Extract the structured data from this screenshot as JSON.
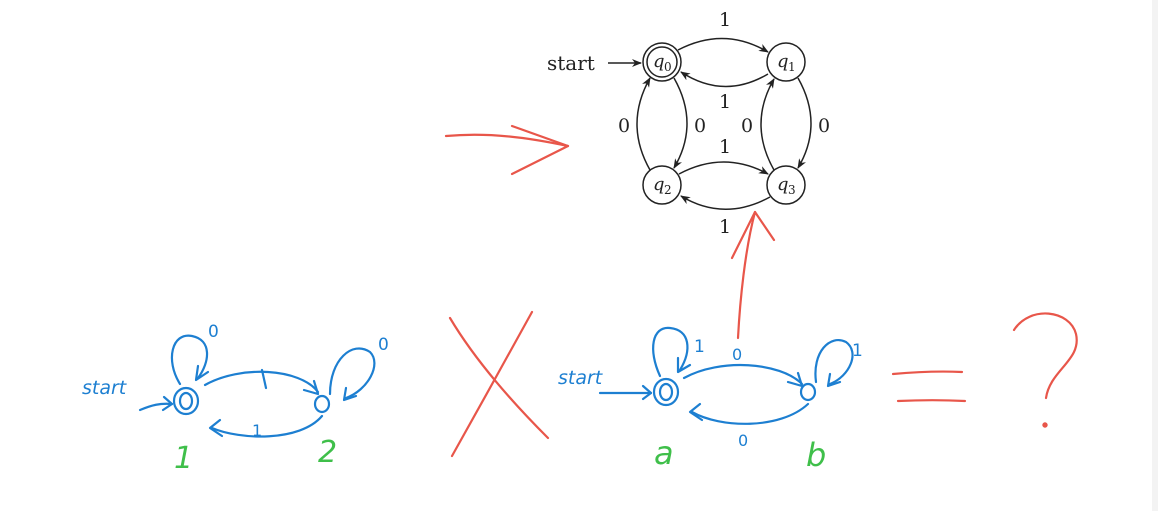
{
  "colors": {
    "ink": "#222222",
    "blue": "#1d7fd1",
    "green": "#3fbf4a",
    "red": "#e8564a"
  },
  "product_dfa": {
    "start_label": "start",
    "states": [
      "q0",
      "q1",
      "q2",
      "q3"
    ],
    "state_labels": {
      "q0": "q",
      "q0_sub": "0",
      "q1": "q",
      "q1_sub": "1",
      "q2": "q",
      "q2_sub": "2",
      "q3": "q",
      "q3_sub": "3"
    },
    "accepting": [
      "q0"
    ],
    "edge_labels": {
      "q0_q1": "1",
      "q1_q0": "1",
      "q2_q3": "1",
      "q3_q2": "1",
      "q0_q2": "0",
      "q2_q0": "0",
      "q1_q3": "0",
      "q3_q1": "0"
    }
  },
  "dfa_left": {
    "start_label": "start",
    "state_names": [
      "1",
      "2"
    ],
    "self_loop_labels": [
      "0",
      "0"
    ],
    "edge_labels": {
      "top": "1",
      "bottom": "1"
    }
  },
  "dfa_right": {
    "start_label": "start",
    "state_names": [
      "a",
      "b"
    ],
    "self_loop_labels": [
      "1",
      "1"
    ],
    "edge_labels": {
      "top": "0",
      "bottom": "0"
    }
  },
  "operators": {
    "cross": "X",
    "equals": "=",
    "question": "?"
  }
}
